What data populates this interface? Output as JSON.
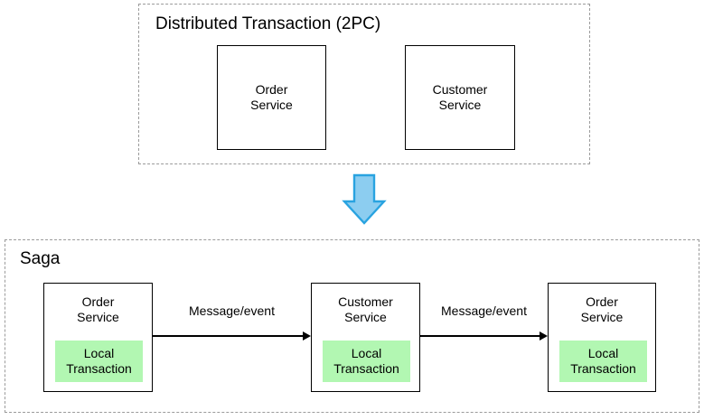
{
  "diagram": {
    "title_top": "Distributed Transaction (2PC)",
    "title_bottom": "Saga",
    "colors": {
      "chip_green": "#b2f7b2",
      "arrow_fill": "#8ccdf0",
      "arrow_stroke": "#29a3e0",
      "box_stroke": "#000000",
      "group_stroke": "#9b9b9b"
    },
    "two_pc": {
      "services": [
        {
          "name": "Order\nService"
        },
        {
          "name": "Customer\nService"
        }
      ]
    },
    "flow_arrow": {
      "icon": "down-arrow-icon",
      "direction": "down"
    },
    "saga": {
      "steps": [
        {
          "service": "Order\nService",
          "transaction": "Local\nTransaction"
        },
        {
          "service": "Customer\nService",
          "transaction": "Local\nTransaction"
        },
        {
          "service": "Order\nService",
          "transaction": "Local\nTransaction"
        }
      ],
      "connectors": [
        {
          "label": "Message/event"
        },
        {
          "label": "Message/event"
        }
      ]
    }
  }
}
